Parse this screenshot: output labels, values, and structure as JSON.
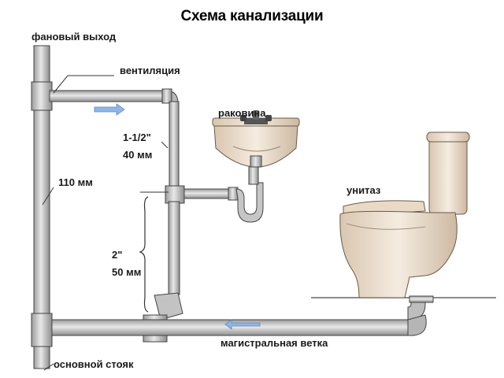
{
  "title": "Схема канализации",
  "labels": {
    "vent_outlet": "фановый выход",
    "ventilation": "вентиляция",
    "size_inch_small": "1-1/2\"",
    "size_mm_small": "40 мм",
    "sink": "раковина",
    "size_main": "110 мм",
    "toilet": "унитаз",
    "size_inch_mid": "2\"",
    "size_mm_mid": "50 мм",
    "main_branch": "магистральная ветка",
    "main_riser": "основной стояк"
  },
  "colors": {
    "pipe_fill": "#c9c9c9",
    "pipe_stroke": "#444444",
    "porcelain": "#efe3d3",
    "arrow": "#8fb6e6"
  },
  "icons": [
    "flow-arrow-right",
    "flow-arrow-left",
    "sink",
    "toilet"
  ]
}
